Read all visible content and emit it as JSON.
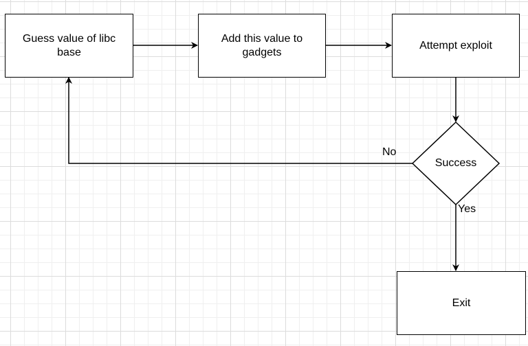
{
  "nodes": {
    "guess": {
      "line1": "Guess value of libc",
      "line2": "base"
    },
    "add": {
      "line1": "Add this value to",
      "line2": "gadgets"
    },
    "attempt": {
      "label": "Attempt exploit"
    },
    "success": {
      "label": "Success"
    },
    "exit": {
      "label": "Exit"
    }
  },
  "edge_labels": {
    "no": "No",
    "yes": "Yes"
  }
}
